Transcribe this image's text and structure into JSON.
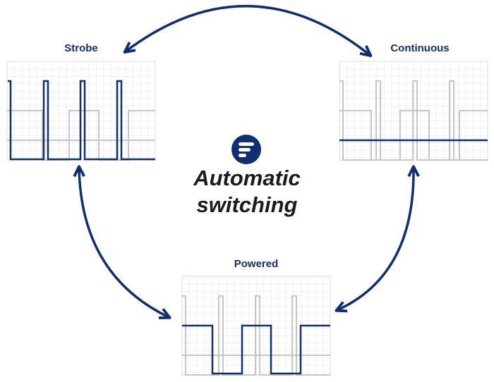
{
  "panels": {
    "strobe": {
      "title": "Strobe"
    },
    "continuous": {
      "title": "Continuous"
    },
    "powered": {
      "title": "Powered"
    }
  },
  "center": {
    "icon": "stacked-lines-logo-icon",
    "line1": "Automatic",
    "line2": "switching"
  },
  "colors": {
    "accent": "#0f2f6f",
    "grid": "#e6e6e6",
    "trace_gray": "#c6c6c6",
    "text": "#1c1c1c"
  }
}
